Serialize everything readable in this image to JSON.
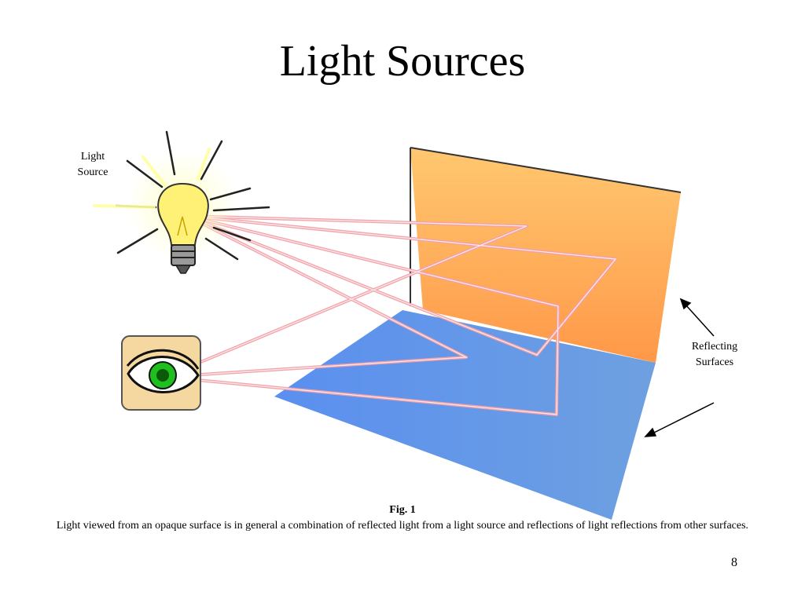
{
  "slide": {
    "title": "Light Sources",
    "page_number": "8"
  },
  "labels": {
    "light_source_line1": "Light",
    "light_source_line2": "Source",
    "reflecting_line1": "Reflecting",
    "reflecting_line2": "Surfaces"
  },
  "caption": {
    "fig_label": "Fig. 1",
    "text": "Light viewed from an opaque surface is in general a combination of reflected light from a light source and reflections of light reflections from other surfaces."
  },
  "colors": {
    "wall_top": "#ffc16a",
    "wall_bottom": "#ff9a48",
    "floor_left": "#5b92ee",
    "floor_right": "#6aa0e6",
    "ray": "#f4a0a8",
    "bulb": "#fff176",
    "eye_iris": "#1fbf1f",
    "eye_frame": "#f5d8a0"
  },
  "icons": [
    "light-bulb-icon",
    "eye-icon"
  ]
}
